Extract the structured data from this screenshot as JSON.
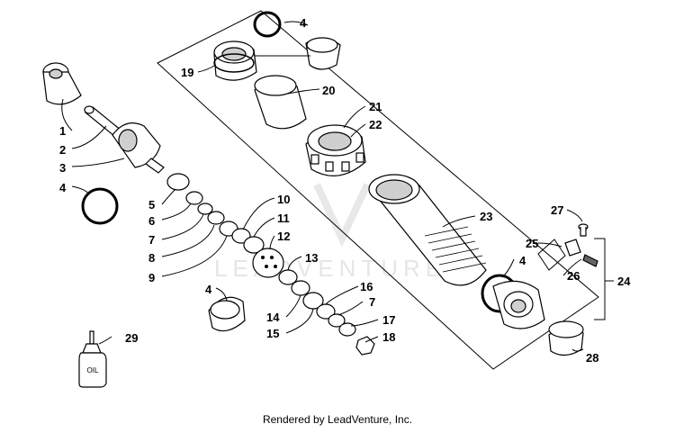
{
  "callouts": {
    "c1": "1",
    "c2": "2",
    "c3": "3",
    "c4a": "4",
    "c4b": "4",
    "c4c": "4",
    "c4d": "4",
    "c5": "5",
    "c6": "6",
    "c7a": "7",
    "c7b": "7",
    "c8": "8",
    "c9": "9",
    "c10": "10",
    "c11": "11",
    "c12": "12",
    "c13": "13",
    "c14": "14",
    "c15": "15",
    "c16": "16",
    "c17": "17",
    "c18": "18",
    "c19": "19",
    "c20": "20",
    "c21": "21",
    "c22": "22",
    "c23": "23",
    "c24": "24",
    "c25": "25",
    "c26": "26",
    "c27": "27",
    "c28": "28",
    "c29": "29"
  },
  "bottle_label": "OIL",
  "watermark": "LEADVENTURE",
  "footer": "Rendered by LeadVenture, Inc."
}
